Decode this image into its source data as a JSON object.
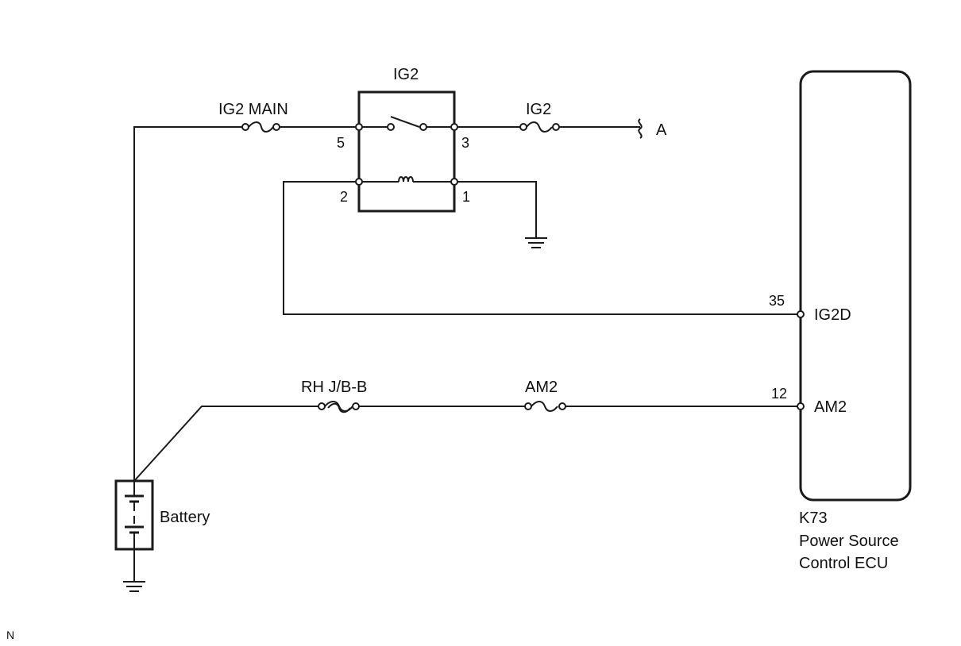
{
  "relay": {
    "name": "IG2",
    "pins": {
      "p5": "5",
      "p3": "3",
      "p2": "2",
      "p1": "1"
    }
  },
  "fuses": {
    "ig2_main": "IG2 MAIN",
    "ig2": "IG2",
    "rh_jb_b": "RH J/B-B",
    "am2": "AM2"
  },
  "connector_a": "A",
  "ecu": {
    "connector": "K73",
    "name_line1": "Power Source",
    "name_line2": "Control ECU",
    "pins": [
      {
        "number": "35",
        "signal": "IG2D"
      },
      {
        "number": "12",
        "signal": "AM2"
      }
    ]
  },
  "battery": "Battery",
  "corner_mark": "N"
}
